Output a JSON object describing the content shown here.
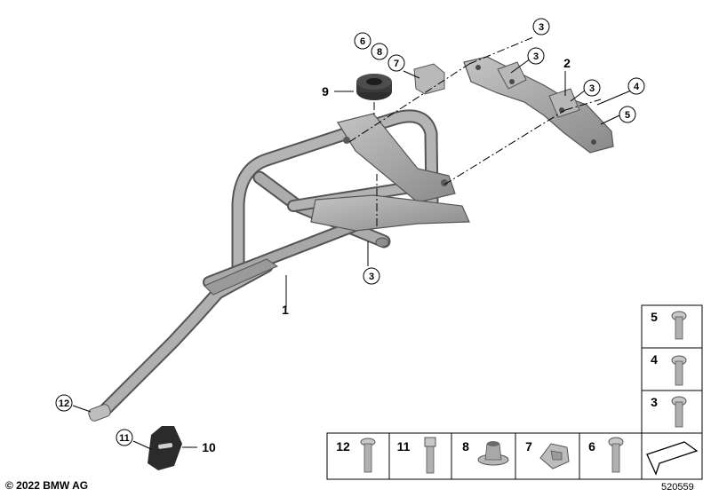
{
  "diagram": {
    "callouts": {
      "p1": "1",
      "p2": "2",
      "p3a": "3",
      "p3b": "3",
      "p3c": "3",
      "p3d": "3",
      "p4": "4",
      "p5": "5",
      "p6": "6",
      "p7": "7",
      "p8": "8",
      "p9": "9",
      "p10": "10",
      "p11": "11",
      "p12": "12"
    },
    "legend_cells": {
      "c5": "5",
      "c4": "4",
      "c3": "3",
      "c12": "12",
      "c11": "11",
      "c8": "8",
      "c7": "7",
      "c6": "6"
    }
  },
  "footer": {
    "copyright": "© 2022 BMW AG",
    "document_number": "520559"
  }
}
